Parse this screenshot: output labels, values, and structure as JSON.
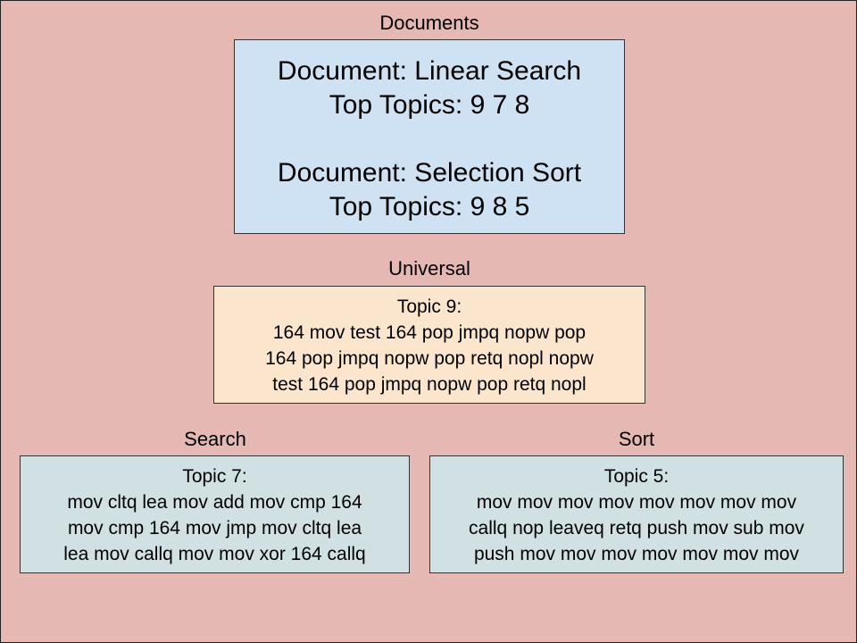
{
  "documents": {
    "label": "Documents",
    "items": [
      {
        "name": "Document: Linear Search",
        "topics": "Top Topics: 9 7 8"
      },
      {
        "name": "Document: Selection Sort",
        "topics": "Top Topics: 9 8 5"
      }
    ]
  },
  "universal": {
    "label": "Universal",
    "topic_title": "Topic 9:",
    "lines": [
      "164 mov test 164 pop jmpq nopw pop",
      "164 pop jmpq nopw pop retq nopl nopw",
      "test 164 pop jmpq nopw pop retq nopl"
    ]
  },
  "search": {
    "label": "Search",
    "topic_title": "Topic 7:",
    "lines": [
      "mov cltq lea mov add mov cmp 164",
      "mov cmp 164 mov jmp mov cltq lea",
      "lea mov callq mov mov xor 164 callq"
    ]
  },
  "sort": {
    "label": "Sort",
    "topic_title": "Topic 5:",
    "lines": [
      "mov mov mov mov mov mov mov mov",
      "callq nop leaveq retq push mov sub mov",
      "push mov mov mov mov mov mov mov"
    ]
  },
  "colors": {
    "background": "#e6b8b3",
    "documents_box": "#cfe2f3",
    "universal_box": "#fce5cd",
    "category_box": "#d0e0e3"
  }
}
